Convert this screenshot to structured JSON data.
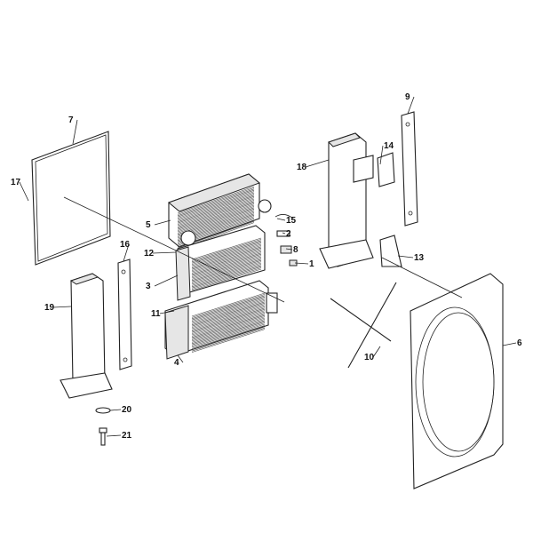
{
  "title": "Cooling system parts diagram",
  "callouts": [
    {
      "id": "7",
      "part": "panel"
    },
    {
      "id": "17",
      "part": "fastener"
    },
    {
      "id": "9",
      "part": "strap"
    },
    {
      "id": "14",
      "part": "bracket"
    },
    {
      "id": "18",
      "part": "support-right"
    },
    {
      "id": "5",
      "part": "charge-air-cooler"
    },
    {
      "id": "15",
      "part": "hose-clip"
    },
    {
      "id": "2",
      "part": "clamp"
    },
    {
      "id": "8",
      "part": "block"
    },
    {
      "id": "1",
      "part": "clip"
    },
    {
      "id": "12",
      "part": "seal"
    },
    {
      "id": "16",
      "part": "strap-left"
    },
    {
      "id": "3",
      "part": "oil-cooler"
    },
    {
      "id": "19",
      "part": "support-left"
    },
    {
      "id": "11",
      "part": "seal-lower"
    },
    {
      "id": "13",
      "part": "bracket-lower"
    },
    {
      "id": "6",
      "part": "fan-shroud"
    },
    {
      "id": "10",
      "part": "cross-brace"
    },
    {
      "id": "4",
      "part": "radiator"
    },
    {
      "id": "20",
      "part": "washer"
    },
    {
      "id": "21",
      "part": "bolt"
    }
  ]
}
